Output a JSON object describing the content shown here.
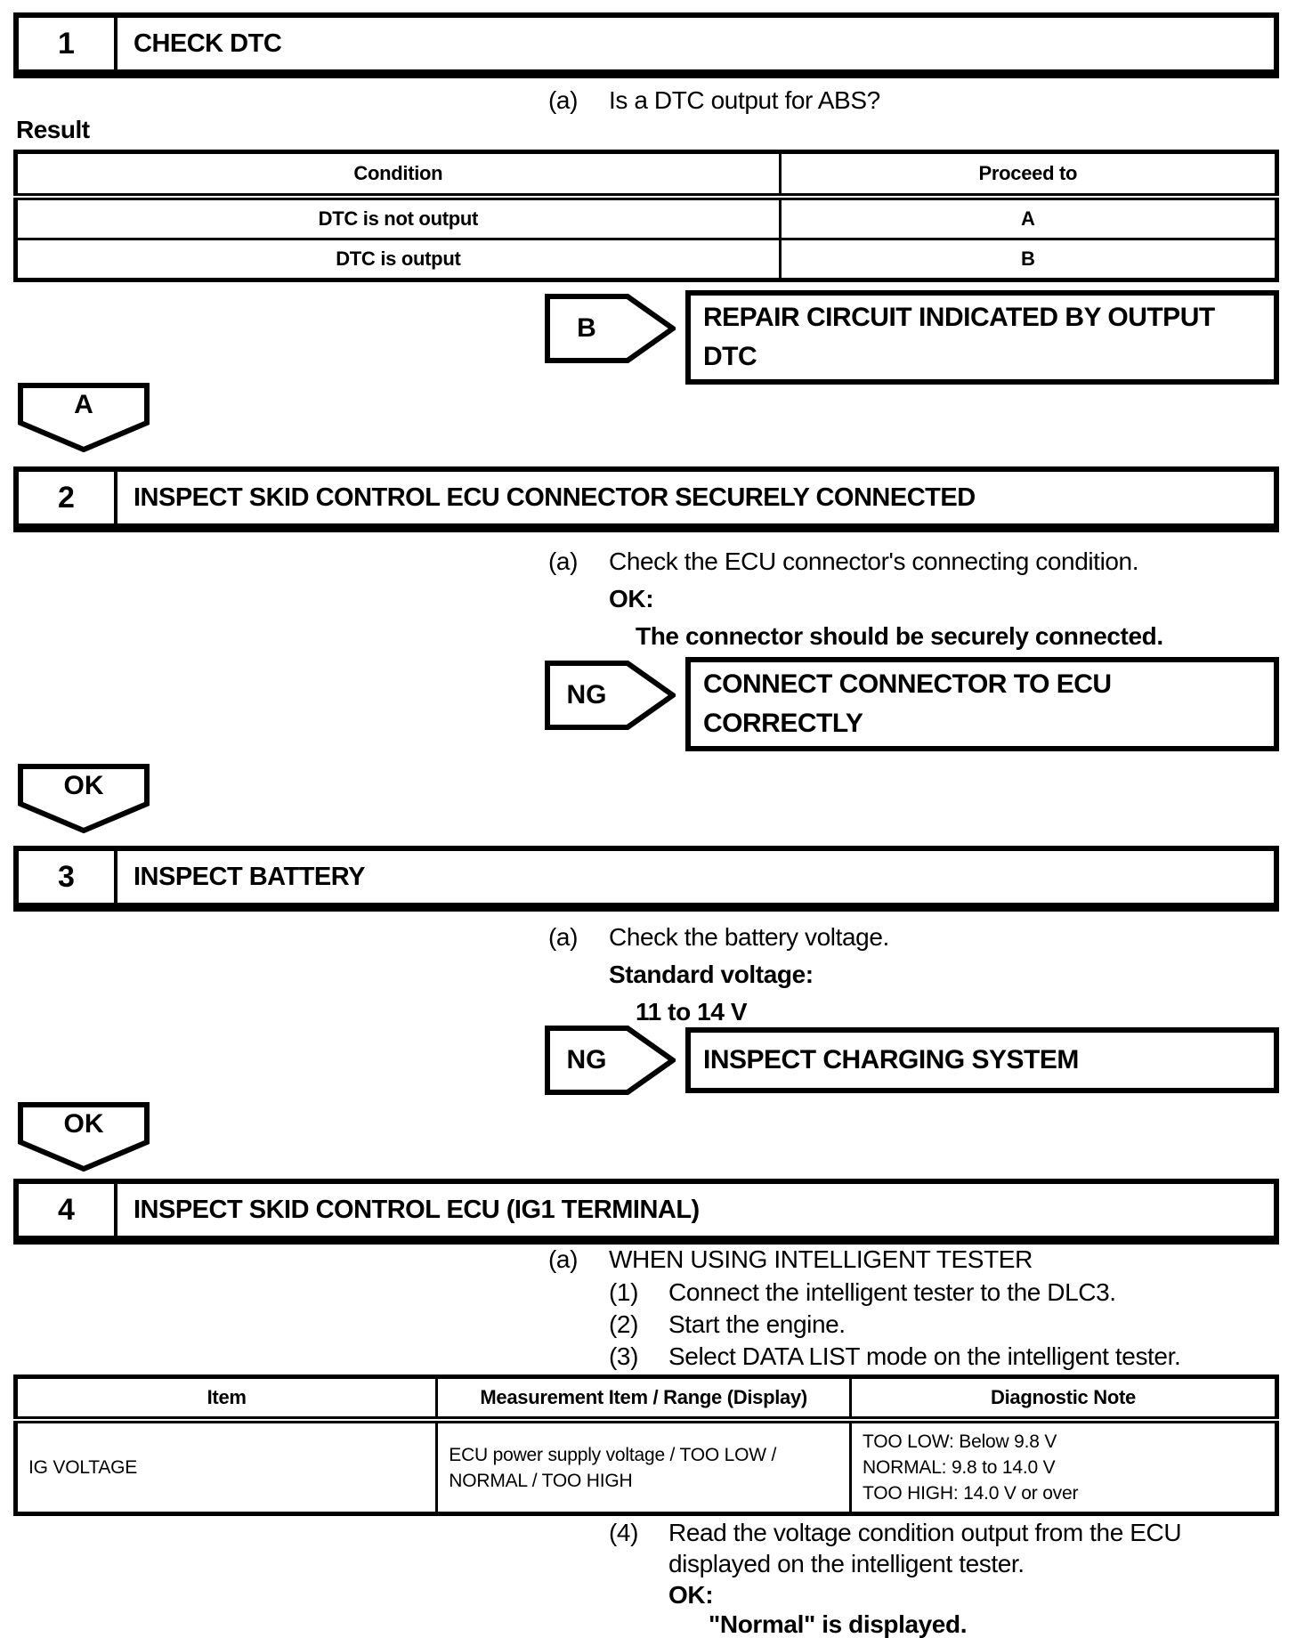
{
  "step1": {
    "number": "1",
    "title": "CHECK DTC"
  },
  "step1_a": {
    "marker": "(a)",
    "text": "Is a DTC output for ABS?"
  },
  "result_heading": "Result",
  "result_table": {
    "headers": {
      "condition": "Condition",
      "proceed": "Proceed to"
    },
    "rows": [
      {
        "condition": "DTC is not output",
        "proceed": "A"
      },
      {
        "condition": "DTC is output",
        "proceed": "B"
      }
    ]
  },
  "flow_b": {
    "label": "B",
    "box_lines": [
      "REPAIR CIRCUIT INDICATED BY OUTPUT",
      "DTC"
    ]
  },
  "connector_a": {
    "label": "A"
  },
  "step2": {
    "number": "2",
    "title": "INSPECT SKID CONTROL ECU CONNECTOR SECURELY CONNECTED"
  },
  "step2_a": {
    "marker": "(a)",
    "text": "Check the ECU connector's connecting condition.",
    "ok_label": "OK:",
    "ok_text": "The connector should be securely connected."
  },
  "flow_ng1": {
    "label": "NG",
    "box_lines": [
      "CONNECT CONNECTOR TO ECU",
      "CORRECTLY"
    ]
  },
  "connector_ok1": {
    "label": "OK"
  },
  "step3": {
    "number": "3",
    "title": "INSPECT BATTERY"
  },
  "step3_a": {
    "marker": "(a)",
    "text": "Check the battery voltage.",
    "standard_label": "Standard voltage:",
    "standard_value": "11 to 14 V"
  },
  "flow_ng2": {
    "label": "NG",
    "box_line": "INSPECT CHARGING SYSTEM"
  },
  "connector_ok2": {
    "label": "OK"
  },
  "step4": {
    "number": "4",
    "title": "INSPECT SKID CONTROL ECU (IG1 TERMINAL)"
  },
  "step4_a": {
    "marker": "(a)",
    "text": "WHEN USING INTELLIGENT TESTER",
    "substeps": [
      {
        "marker": "(1)",
        "text": "Connect the intelligent tester to the DLC3."
      },
      {
        "marker": "(2)",
        "text": "Start the engine."
      },
      {
        "marker": "(3)",
        "text": "Select DATA LIST mode on the intelligent tester."
      }
    ]
  },
  "data_list_table": {
    "headers": {
      "item": "Item",
      "measurement": "Measurement Item / Range (Display)",
      "diagnostic": "Diagnostic Note"
    },
    "row": {
      "item": "IG VOLTAGE",
      "measurement_lines": [
        "ECU power supply voltage / TOO LOW /",
        "NORMAL / TOO HIGH"
      ],
      "diagnostic_lines": [
        "TOO LOW: Below 9.8 V",
        "NORMAL: 9.8 to 14.0 V",
        "TOO HIGH: 14.0 V or over"
      ]
    }
  },
  "step4_4": {
    "marker": "(4)",
    "text_line1": "Read the voltage condition output from the ECU",
    "text_line2": "displayed on the intelligent tester.",
    "ok_label": "OK:",
    "ok_text": "\"Normal\" is displayed."
  }
}
